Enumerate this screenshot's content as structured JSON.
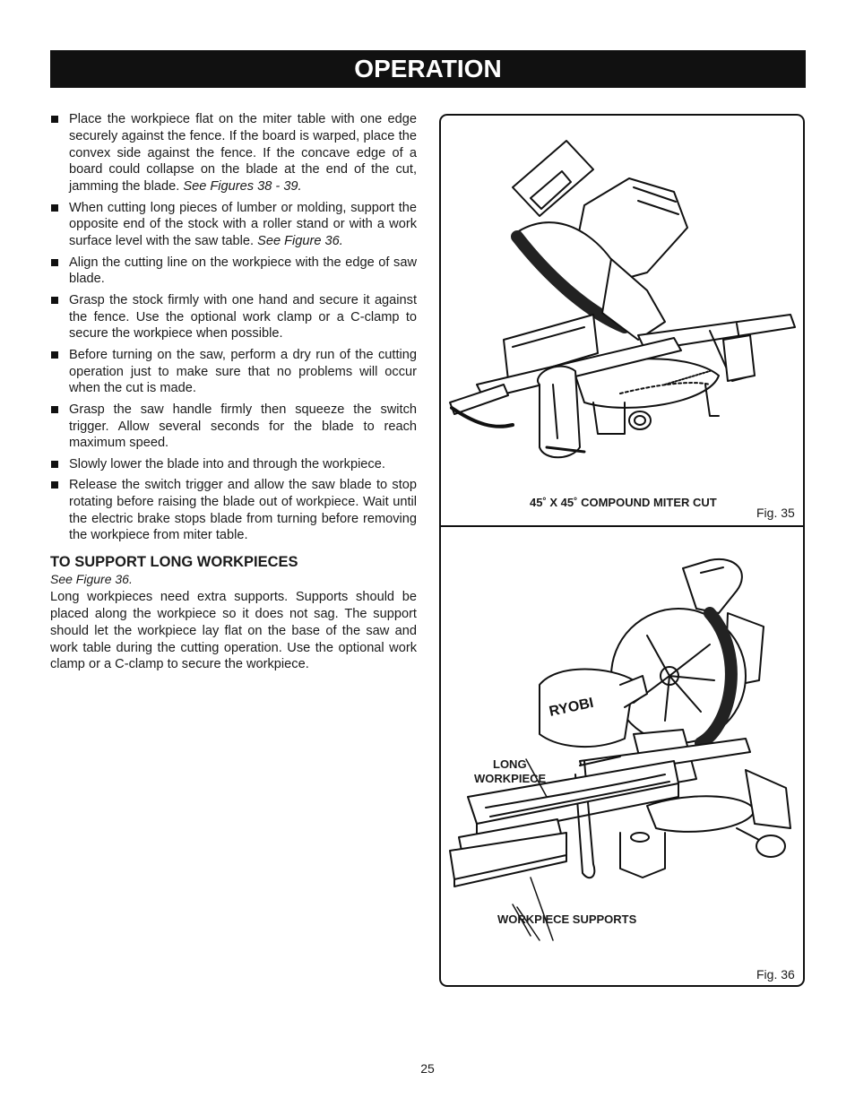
{
  "header": {
    "title": "OPERATION"
  },
  "bullets": [
    {
      "text": "Place the workpiece flat on the miter table with one edge securely against the fence. If the board is warped, place the convex side against the fence. If the concave edge of a board could collapse on the blade at the end of the cut, jamming the blade. ",
      "ref": "See Figures 38 - 39."
    },
    {
      "text": "When cutting long pieces of lumber or molding, support the opposite end of the stock with a roller stand or with a work surface level with the saw table. ",
      "ref": "See Figure 36."
    },
    {
      "text": "Align the cutting line on the workpiece with the edge of saw blade.",
      "ref": ""
    },
    {
      "text": "Grasp the stock firmly with one hand and secure it against the fence. Use the optional work clamp or a C-clamp to secure the workpiece when possible.",
      "ref": ""
    },
    {
      "text": "Before turning on the saw, perform a dry run of the cutting operation just to make sure that no problems will occur when the cut is made.",
      "ref": ""
    },
    {
      "text": "Grasp the saw handle firmly then squeeze the switch trigger. Allow several seconds for the blade to reach maximum speed.",
      "ref": ""
    },
    {
      "text": "Slowly lower the blade into and through the workpiece.",
      "ref": ""
    },
    {
      "text": "Release the switch trigger and allow the saw blade to stop rotating before raising the blade out of workpiece. Wait until the electric brake stops blade from turning before removing the workpiece from miter table.",
      "ref": ""
    }
  ],
  "section": {
    "title": "TO SUPPORT LONG WORKPIECES",
    "ref": "See Figure 36.",
    "paragraph": "Long workpieces need extra supports. Supports should be placed along the workpiece so it does not sag. The support should let the workpiece lay flat on the base of the saw and work table during the cutting operation. Use the optional work clamp or a C-clamp to secure the workpiece."
  },
  "fig35": {
    "caption": "45˚ X 45˚ COMPOUND MITER CUT",
    "label": "Fig. 35"
  },
  "fig36": {
    "callout_long_line1": "LONG",
    "callout_long_line2": "WORKPIECE",
    "callout_supports": "WORKPIECE SUPPORTS",
    "label": "Fig. 36",
    "brand_text": "RYOBI"
  },
  "page_number": "25",
  "colors": {
    "header_bg": "#111111",
    "header_text": "#ffffff",
    "text": "#1a1a1a"
  }
}
